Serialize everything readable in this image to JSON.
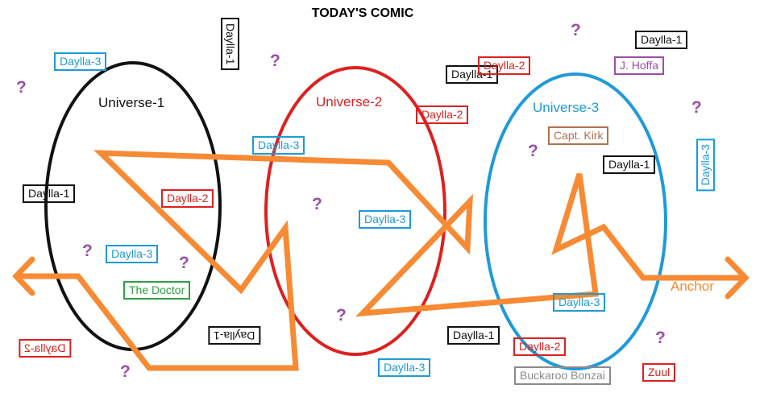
{
  "title": "TODAY'S COMIC",
  "colors": {
    "black": "#111111",
    "red": "#dd2020",
    "blue": "#1e9ad8",
    "orange": "#f78a33",
    "green": "#2ea043",
    "purple": "#9b4ea6",
    "brown": "#b0714e",
    "gray": "#8a8a8a"
  },
  "universes": [
    {
      "label": "Universe-1",
      "color": "#111111"
    },
    {
      "label": "Universe-2",
      "color": "#dd2020"
    },
    {
      "label": "Universe-3",
      "color": "#1e9ad8"
    }
  ],
  "anchor_label": "Anchor",
  "question_mark": "?",
  "boxes": {
    "daylla3_a": "Daylla-3",
    "daylla1_vert_top": "Daylla-1",
    "daylla1_a": "Daylla-1",
    "daylla2_a": "Daylla-2",
    "daylla3_b": "Daylla-3",
    "the_doctor": "The Doctor",
    "daylla2_mirror": "Daylla-2",
    "daylla1_flipped": "Daylla-1",
    "daylla3_c": "Daylla-3",
    "daylla3_d": "Daylla-3",
    "daylla1_b": "Daylla-1",
    "daylla2_b": "Daylla-2",
    "daylla2_c": "Daylla-2",
    "daylla1_c": "Daylla-1",
    "daylla3_e": "Daylla-3",
    "daylla1_d": "Daylla-1",
    "j_hoffa": "J. Hoffa",
    "capt_kirk": "Capt. Kirk",
    "daylla1_e": "Daylla-1",
    "daylla3_vert_right": "Daylla-3",
    "daylla3_f": "Daylla-3",
    "daylla2_d": "Daylla-2",
    "buckaroo_bonzai": "Buckaroo Bonzai",
    "zuul": "Zuul"
  }
}
